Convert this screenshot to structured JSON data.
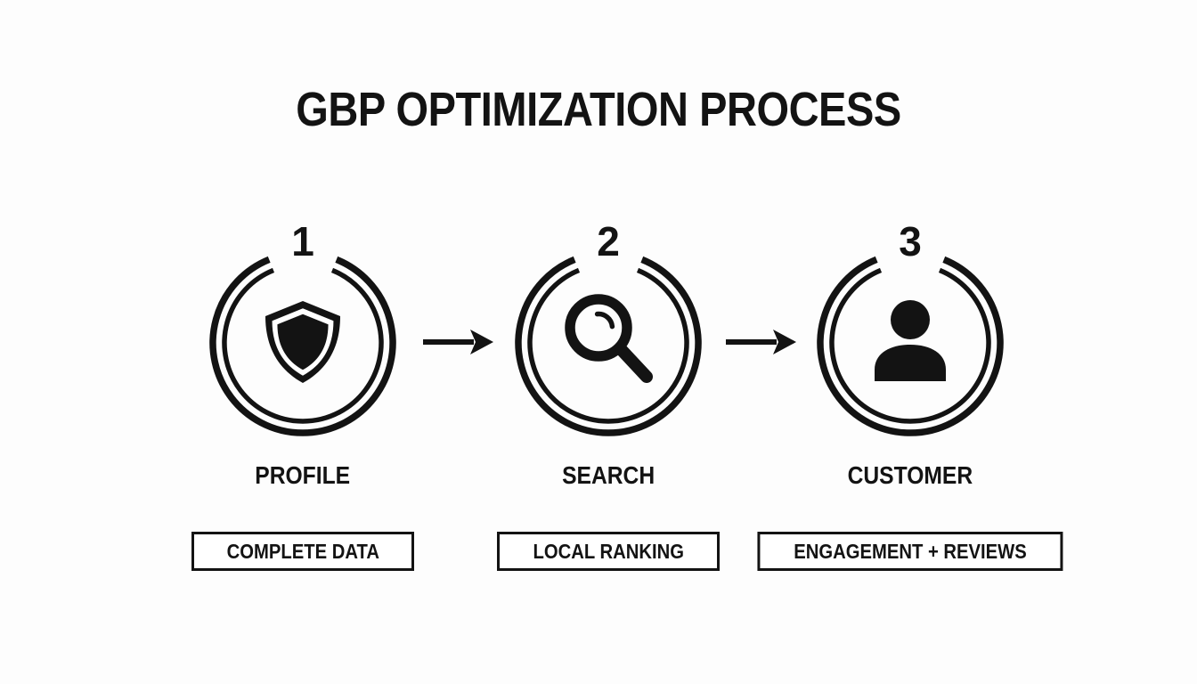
{
  "title": "GBP OPTIMIZATION PROCESS",
  "colors": {
    "ink": "#131313",
    "background": "#fdfdfd",
    "box_fill": "#ffffff"
  },
  "steps": [
    {
      "number": "1",
      "icon": "shield-icon",
      "label": "PROFILE",
      "tag": "COMPLETE DATA"
    },
    {
      "number": "2",
      "icon": "magnifier-icon",
      "label": "SEARCH",
      "tag": "LOCAL RANKING"
    },
    {
      "number": "3",
      "icon": "person-icon",
      "label": "CUSTOMER",
      "tag": "ENGAGEMENT + REVIEWS"
    }
  ],
  "connectors": [
    {
      "icon": "arrow-right-icon"
    },
    {
      "icon": "arrow-right-icon"
    }
  ]
}
